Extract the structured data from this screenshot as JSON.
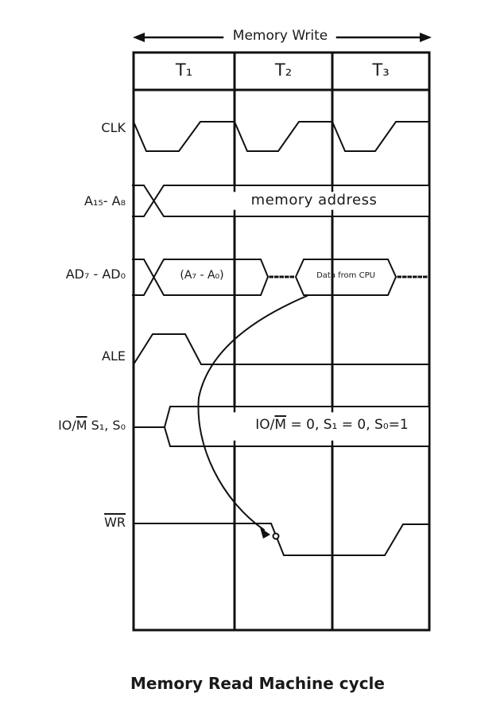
{
  "title_arrow": {
    "label": "Memory Write"
  },
  "header": {
    "t_states": [
      "T₁",
      "T₂",
      "T₃"
    ]
  },
  "signals": {
    "clk": {
      "label": "CLK"
    },
    "addr_high": {
      "label": "A₁₅- A₈",
      "bus_text": "memory address"
    },
    "addr_data": {
      "label": "AD₇ - AD₀",
      "bus1_text": "(A₇ - A₀)",
      "bus2_text": "Data from CPU"
    },
    "ale": {
      "label": "ALE"
    },
    "status": {
      "label_pre": "IO/",
      "label_over": "M",
      "label_post": " S₁, S₀",
      "value_pre": "IO/",
      "value_over": "M",
      "value_post": " = 0, S₁ = 0, S₀=1"
    },
    "wr": {
      "label_over": "WR"
    }
  },
  "caption": "Memory Read Machine cycle",
  "colors": {
    "line": "#111111",
    "background": "#ffffff",
    "text": "#1a1a1a"
  }
}
